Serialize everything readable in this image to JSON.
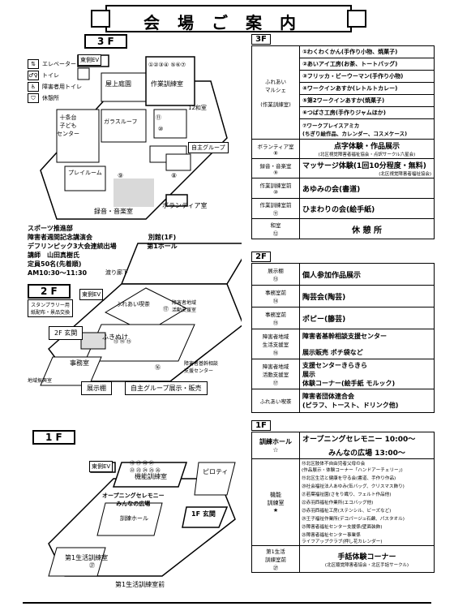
{
  "title": "会場ご案内",
  "floors": {
    "f3": "3 F",
    "f2": "2 F",
    "f1": "1 F"
  },
  "legend": {
    "elevator": "エレベーター",
    "toilet": "トイレ",
    "accessible_toilet": "障害者用トイレ",
    "rest": "休憩所"
  },
  "map3f": {
    "east_ev": "東側EV",
    "rooftop": "屋上庭園",
    "workroom": "作業訓練室",
    "workroom_nums": "①②③④\n⑤⑥⑦",
    "sign_room": "12和室",
    "children_center": "十条台\n子ども\nセンター",
    "glass_roof": "ガラスルーフ",
    "playroom": "プレイルーム",
    "n9": "⑨",
    "n8": "⑧",
    "n10": "⑩",
    "n11": "⑪",
    "self_group": "自主グループ",
    "recording_room": "録音・音楽室",
    "volunteer_room": "ボランティア室"
  },
  "event_note": {
    "l1": "スポーツ推進部",
    "l2": "障害者週間記念講演会",
    "l3": "デフリンピック3大会連続出場",
    "l4": "講師　山田真樹氏",
    "l5": "定員50名(先着順)",
    "l6": "AM10:30～11:30"
  },
  "map2f": {
    "annex": "別館(1F)\n第1ホール",
    "corridor": "渡り廊下",
    "east_ev": "東側EV",
    "stamp": "スタンプラリー用\n紙配布・景品交換",
    "entrance": "2F 玄関",
    "fureai": "ふれあい喫茶",
    "support_center": "障害者地域\n活動支援室",
    "fukinuke": "ふきぬけ",
    "office": "事務室",
    "support_counter": "障害者基幹相談\n支援センター",
    "regional_room": "地域振興室",
    "nums": "⑬ ⑭ ⑮",
    "n16": "⑯",
    "n17": "⑰",
    "exhibit_shelf": "展示棚",
    "self_group_sale": "自主グループ展示・販売"
  },
  "map1f": {
    "east_ev": "東側EV",
    "functional_room": "機能訓練室",
    "nums": "⑱ ⑲ ⑳ ㉑\n㉒ ㉓ ㉔ ㉕ ㉖",
    "pilotis": "ピロティ",
    "opening": "オープニングセレモニー\nみんなの広場",
    "training_hall": "訓練ホール",
    "entrance": "1F 玄関",
    "daily_life_room": "第1生活訓練室",
    "n27": "㉗",
    "daily_life_front": "第1生活訓練室前"
  },
  "right3f": {
    "head": "3F",
    "market_label": "ふれあい\nマルシェ\n\n(作業訓練室)",
    "market_items": [
      "①わくわくかん(手作り小物、焼菓子)",
      "②あいアイ工房(お茶、トートバッグ)",
      "③フリッカ・ビーウーマン(手作り小物)",
      "④ワークインあすか(レトルトカレー)",
      "⑤第2ワークインあすか(焼菓子)",
      "⑥つばさ工房(手作りジャムほか)",
      "⑦ワークプレイスアミカ\n(ちぎり絵作品、カレンダー、コスメケース)"
    ],
    "rows": [
      {
        "label": "ボランティア室\n⑧",
        "content": "点字体験・作品展示",
        "sub": "(北区視覚障害者福祉協会・点訳サークル六星会)"
      },
      {
        "label": "録音・音楽室\n⑨",
        "content": "マッサージ体験(1回10分程度・無料)",
        "sub": "(北区視覚障害者福祉協会)"
      },
      {
        "label": "作業訓練室前\n⑩",
        "content": "あゆみの会(書道)",
        "sub": ""
      },
      {
        "label": "作業訓練室前\n⑪",
        "content": "ひまわりの会(絵手紙)",
        "sub": ""
      },
      {
        "label": "和室\n⑫",
        "content": "休 憩 所",
        "sub": ""
      }
    ]
  },
  "right2f": {
    "head": "2F",
    "rows": [
      {
        "label": "展示棚\n⑬",
        "content": "個人参加作品展示"
      },
      {
        "label": "事務室前\n⑭",
        "content": "陶芸会(陶芸)"
      },
      {
        "label": "事務室前\n⑮",
        "content": "ポピー(籐芸)"
      },
      {
        "label": "障害者地域\n生活支援室\n⑯",
        "content": "障害者基幹相談支援センター\n\n展示販売 ポチ袋など"
      },
      {
        "label": "障害者地域\n活動支援室\n⑰",
        "content": "支援センターきらきら\n展示\n体験コーナー(絵手紙 モルック)"
      },
      {
        "label": "ふれあい喫茶",
        "content": "障害者団体連合会\n(ピラフ、トースト、ドリンク他)"
      }
    ]
  },
  "right1f": {
    "head": "1F",
    "hall_label": "訓練ホール\n☆",
    "hall_line1": "オープニングセレモニー 10:00～",
    "hall_line2": "みんなの広場 13:00～",
    "func_label": "機能\n訓練室\n★",
    "func_items": [
      "⑱北区肢体不自由児者父母の会\n(作品展示・体験コーナー「ハンドアーチェリー」)",
      "⑲北区生活と健康を守る会(書道、手作り作品)",
      "⑳社会福祉法人あゆみ(缶バッグ、クリスマス飾り)",
      "㉑若葉福祉園(さをり織り、フェルト作品他)",
      "㉒赤羽西福祉作業所(エコバッグ他)",
      "㉓赤羽西福祉工房(ステンシル、ビーズなど)",
      "㉔王子福祉作業所(デコパージュ石鹸、パスタオル)",
      "㉕障害者福祉センター支援係(壁面装飾)",
      "㉖障害者福祉センター事業係\nライフアップクラブ(押し花カレンダー)"
    ],
    "last_label": "第1生活\n訓練室前\n㉗",
    "last_content": "手話体験コーナー",
    "last_sub": "(北区聴覚障害者協会・北区手話サークル)"
  }
}
